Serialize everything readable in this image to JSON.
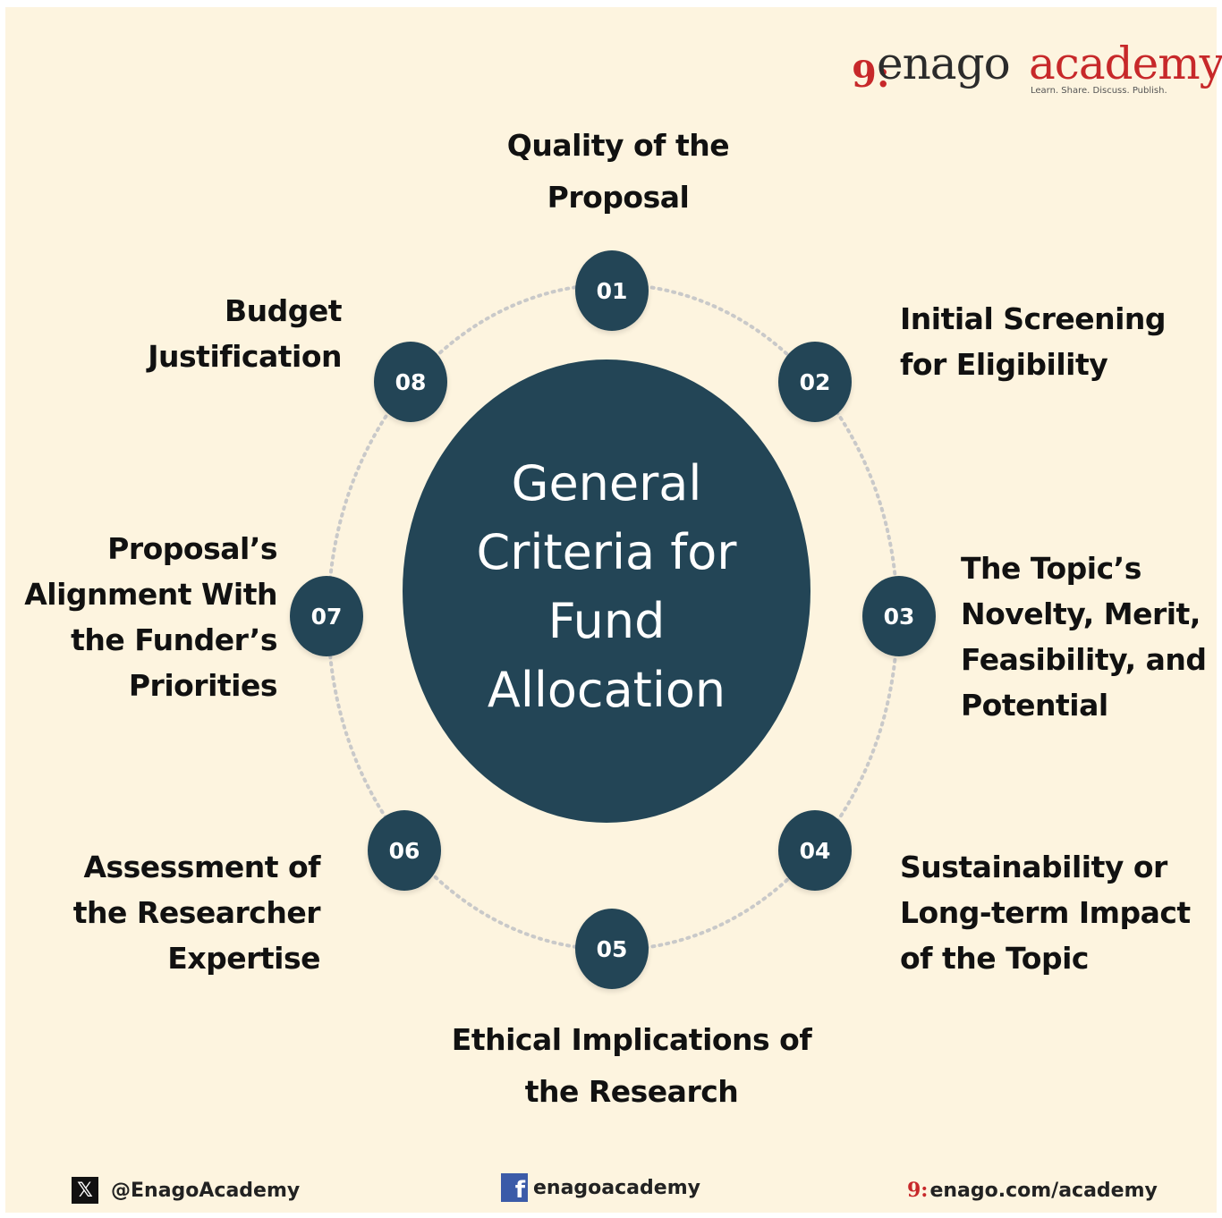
{
  "brand": {
    "mark": "9:",
    "name_part1": "enago",
    "name_part2": "academy",
    "tagline": "Learn. Share. Discuss. Publish.",
    "mark_color": "#c7282a"
  },
  "diagram": {
    "center_title": "General\nCriteria for\nFund\nAllocation",
    "center_color": "#234556",
    "background_color": "#fdf4df",
    "steps": [
      {
        "number": "01",
        "label": "Quality of the\nProposal"
      },
      {
        "number": "02",
        "label": "Initial Screening\nfor Eligibility"
      },
      {
        "number": "03",
        "label": "The Topic’s\nNovelty, Merit,\nFeasibility, and\nPotential"
      },
      {
        "number": "04",
        "label": "Sustainability or\nLong-term Impact\nof the Topic"
      },
      {
        "number": "05",
        "label": "Ethical Implications of\nthe Research"
      },
      {
        "number": "06",
        "label": "Assessment of\nthe Researcher\nExpertise"
      },
      {
        "number": "07",
        "label": "Proposal’s\nAlignment With\nthe Funder’s\nPriorities"
      },
      {
        "number": "08",
        "label": "Budget\nJustification"
      }
    ]
  },
  "footer": {
    "twitter_icon": "x-icon",
    "twitter": "@EnagoAcademy",
    "facebook_icon": "facebook-icon",
    "facebook": "enagoacademy",
    "website_icon": "enago-mark-icon",
    "website_mark": "9:",
    "website": "enago.com/academy"
  }
}
